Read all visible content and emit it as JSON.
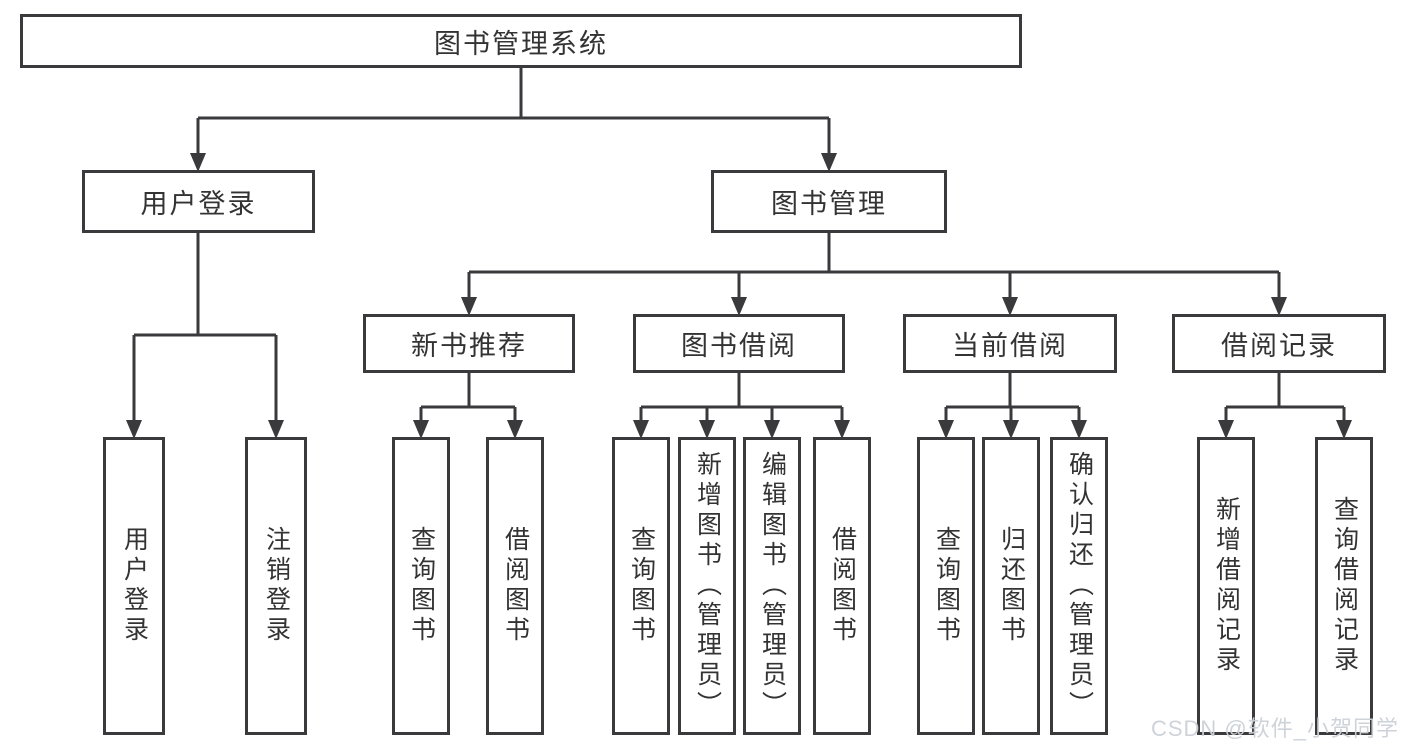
{
  "diagram_title": "图书管理系统",
  "nodes": {
    "root": "图书管理系统",
    "user_login": "用户登录",
    "book_management": "图书管理",
    "new_book_recommend": "新书推荐",
    "book_borrowing": "图书借阅",
    "current_borrowing": "当前借阅",
    "borrowing_records": "借阅记录",
    "user_login_children": [
      "用户登录",
      "注销登录"
    ],
    "new_book_children": [
      "查询图书",
      "借阅图书"
    ],
    "book_borrowing_children": [
      "查询图书",
      "新增图书（管理员）",
      "编辑图书（管理员）",
      "借阅图书"
    ],
    "current_borrowing_children": [
      "查询图书",
      "归还图书",
      "确认归还（管理员）"
    ],
    "borrowing_records_children": [
      "新增借阅记录",
      "查询借阅记录"
    ]
  },
  "watermark": "CSDN @软件_小贺同学",
  "colors": {
    "line": "#3a3a3c",
    "text": "#333333",
    "background": "#ffffff",
    "watermark": "#ccd1d7"
  }
}
